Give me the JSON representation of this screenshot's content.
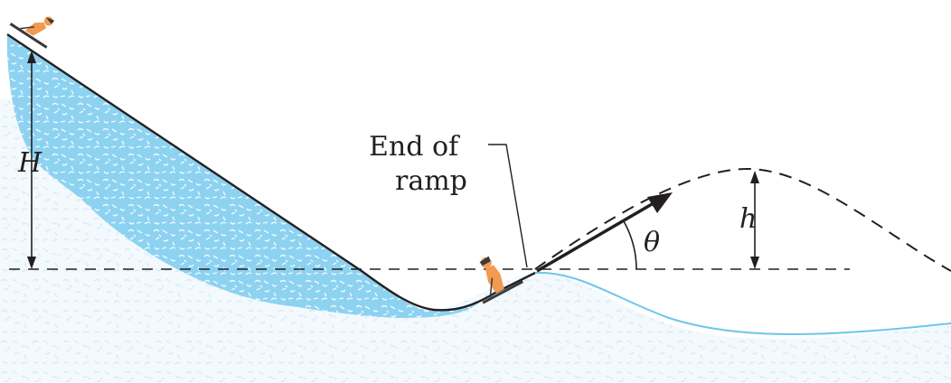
{
  "labels": {
    "H": "H",
    "h": "h",
    "theta": "θ",
    "end_of_ramp_line1": "End of",
    "end_of_ramp_line2": "ramp"
  },
  "colors": {
    "slope_fill": "#8fd3f2",
    "snow_texture": "#d6edf8",
    "ground_line": "#6ec6ea",
    "outline": "#231f20",
    "skier_body": "#f19a50",
    "skier_dark": "#3a3a3a"
  },
  "icons": {
    "skier_top": "skier-crouching-icon",
    "skier_ramp": "skier-crouching-icon"
  }
}
